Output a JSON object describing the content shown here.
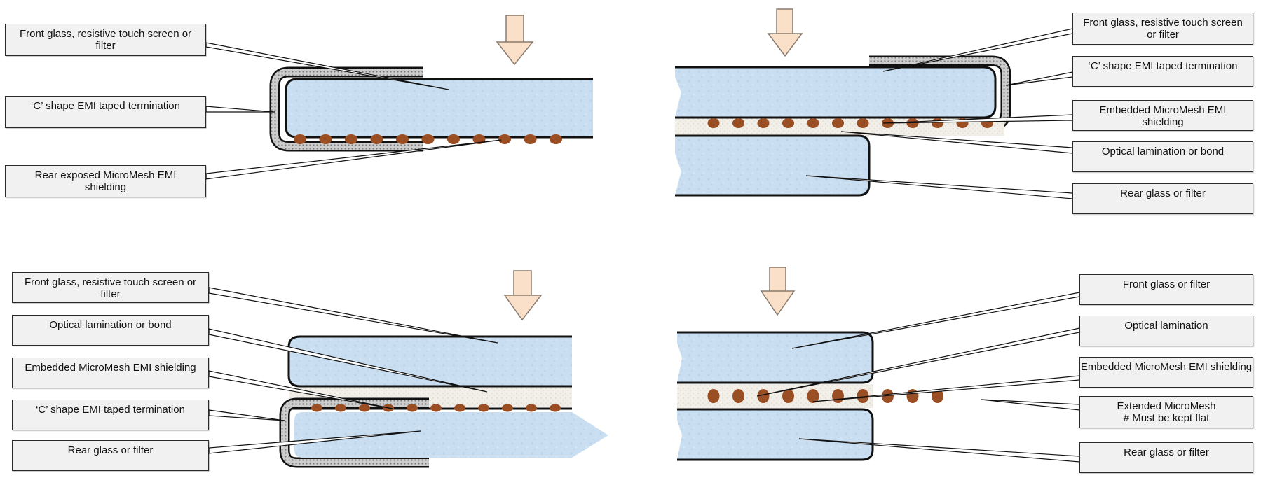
{
  "colors": {
    "glass_fill": "#c9def0",
    "glass_edge": "#111111",
    "mesh_dot": "#9a4e24",
    "tape_fill": "#c4c4c4",
    "lamination_fill": "#f0ede6",
    "arrow_fill": "#fbe0c9",
    "arrow_stroke": "#8a7b6e",
    "label_fill": "#f1f1f1"
  },
  "icons": {
    "pressure_arrow": "down-arrow-icon"
  },
  "panels": {
    "top_left": {
      "labels": [
        {
          "id": "front-glass",
          "lines": [
            "Front glass, resistive touch screen or",
            "filter"
          ]
        },
        {
          "id": "c-shape-emi",
          "lines": [
            "‘C’ shape EMI taped termination"
          ]
        },
        {
          "id": "rear-exposed-micromesh",
          "lines": [
            "Rear exposed MicroMesh EMI",
            "shielding"
          ]
        }
      ]
    },
    "top_right": {
      "labels": [
        {
          "id": "front-glass",
          "lines": [
            "Front glass, resistive touch screen",
            "or filter"
          ]
        },
        {
          "id": "c-shape-emi",
          "lines": [
            "‘C’ shape EMI taped termination"
          ]
        },
        {
          "id": "embedded-micromesh",
          "lines": [
            "Embedded MicroMesh EMI",
            "shielding"
          ]
        },
        {
          "id": "optical-lamination",
          "lines": [
            "Optical lamination or bond"
          ]
        },
        {
          "id": "rear-glass",
          "lines": [
            "Rear glass or filter"
          ]
        }
      ]
    },
    "bottom_left": {
      "labels": [
        {
          "id": "front-glass",
          "lines": [
            "Front glass, resistive touch screen or",
            "filter"
          ]
        },
        {
          "id": "optical-lamination",
          "lines": [
            "Optical lamination or bond"
          ]
        },
        {
          "id": "embedded-micromesh",
          "lines": [
            "Embedded MicroMesh EMI shielding"
          ]
        },
        {
          "id": "c-shape-emi",
          "lines": [
            "‘C’ shape EMI taped termination"
          ]
        },
        {
          "id": "rear-glass",
          "lines": [
            "Rear glass or filter"
          ]
        }
      ]
    },
    "bottom_right": {
      "labels": [
        {
          "id": "front-glass",
          "lines": [
            "Front glass or filter"
          ]
        },
        {
          "id": "optical-lamination",
          "lines": [
            "Optical lamination"
          ]
        },
        {
          "id": "embedded-micromesh",
          "lines": [
            "Embedded MicroMesh EMI shielding"
          ]
        },
        {
          "id": "extended-micromesh",
          "lines": [
            "Extended MicroMesh",
            "# Must be kept flat"
          ]
        },
        {
          "id": "rear-glass",
          "lines": [
            "Rear glass or filter"
          ]
        }
      ]
    }
  }
}
